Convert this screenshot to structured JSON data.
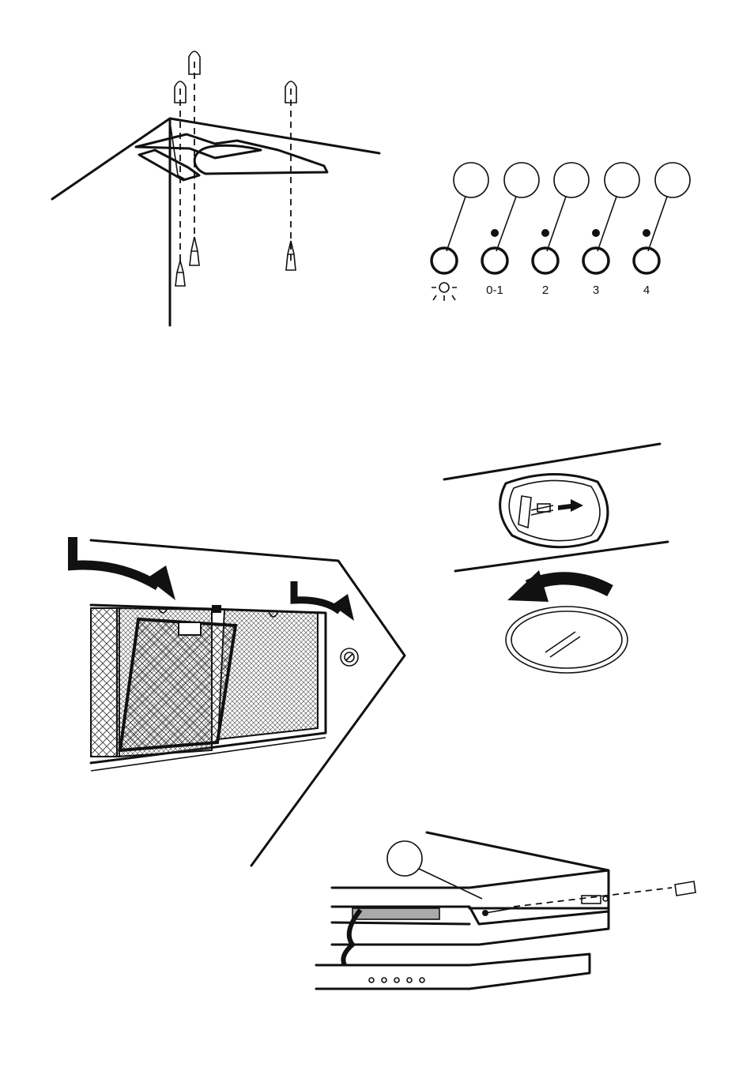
{
  "control_panel": {
    "buttons": [
      {
        "label": "",
        "icon": "light-icon"
      },
      {
        "label": "0-1"
      },
      {
        "label": "2"
      },
      {
        "label": "3"
      },
      {
        "label": "4"
      }
    ]
  },
  "colors": {
    "line": "#111111",
    "background": "#ffffff",
    "shade": "#aaaaaa"
  }
}
